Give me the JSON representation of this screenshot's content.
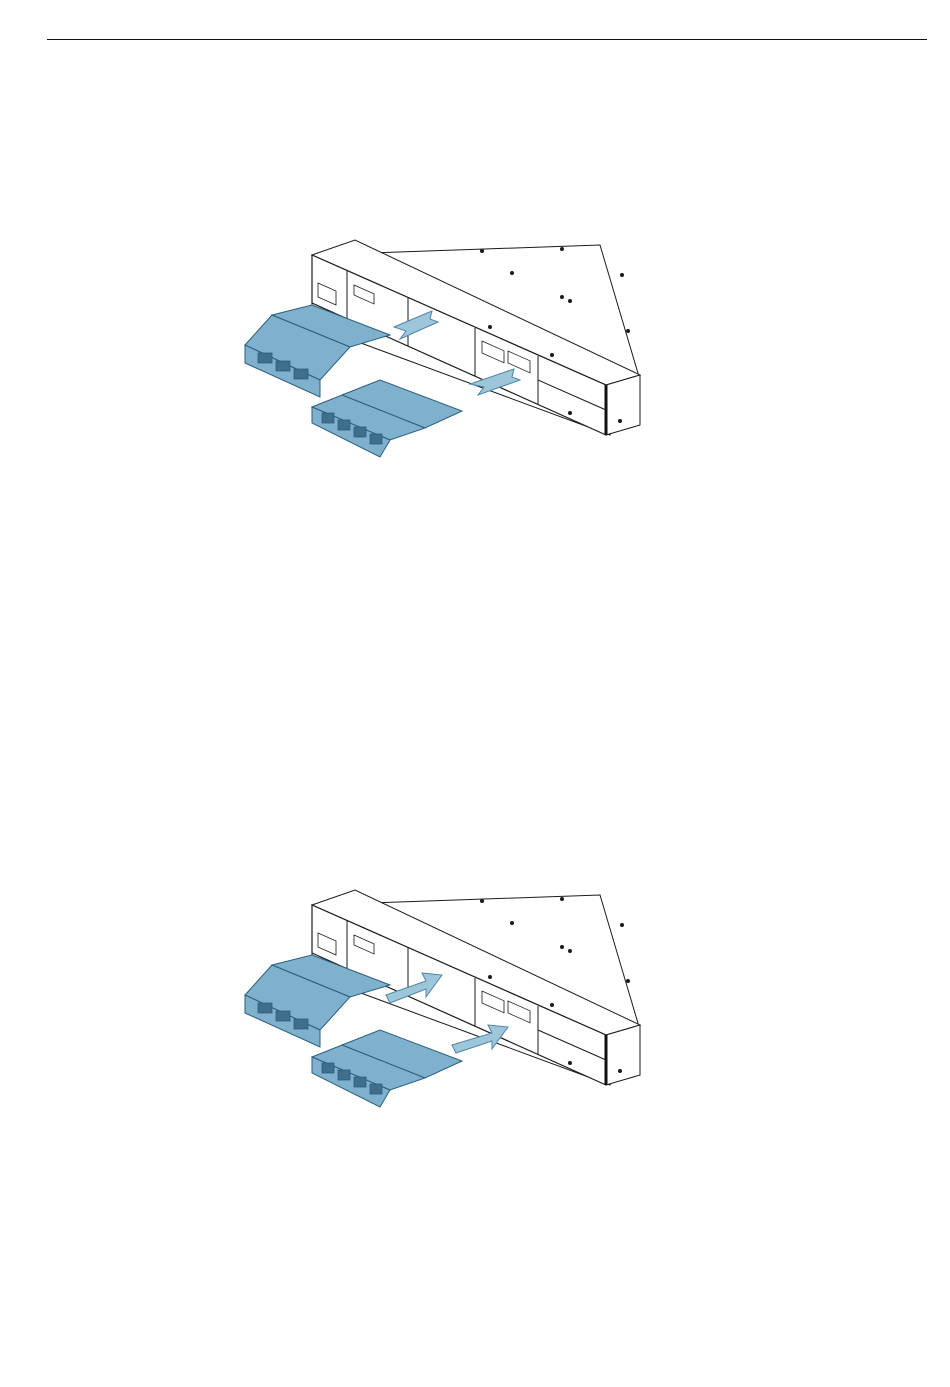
{
  "colors": {
    "line": "#1a1a1a",
    "module_fill": "#7fb1cc",
    "module_stroke": "#2a5e7d",
    "arrow_fill": "#9ec6db",
    "arrow_stroke": "#4f87a6",
    "chassis_fill": "#ffffff"
  },
  "figures": [
    {
      "id": "removal",
      "icon": "arrow-out-icon",
      "direction": "out"
    },
    {
      "id": "insertion",
      "icon": "arrow-in-icon",
      "direction": "in"
    }
  ]
}
